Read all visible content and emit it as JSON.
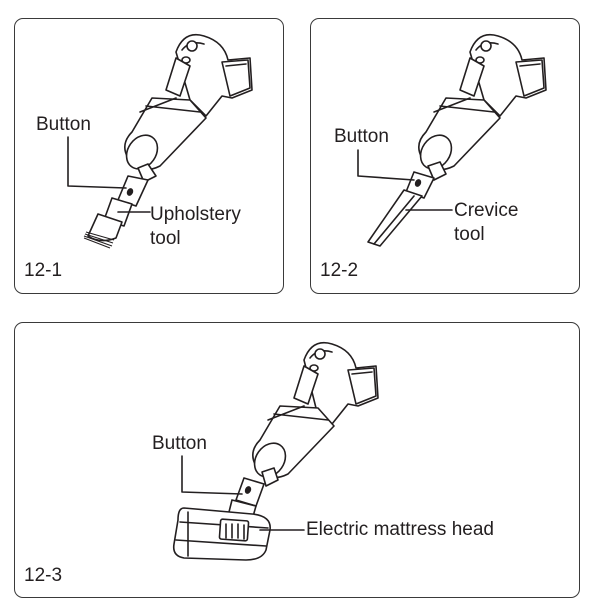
{
  "panels": [
    {
      "id": "12-1",
      "number": "12-1",
      "labels": {
        "button": "Button",
        "tool_line1": "Upholstery",
        "tool_line2": "tool"
      }
    },
    {
      "id": "12-2",
      "number": "12-2",
      "labels": {
        "button": "Button",
        "tool_line1": "Crevice",
        "tool_line2": "tool"
      }
    },
    {
      "id": "12-3",
      "number": "12-3",
      "labels": {
        "button": "Button",
        "tool_line1": "Electric mattress head"
      }
    }
  ]
}
